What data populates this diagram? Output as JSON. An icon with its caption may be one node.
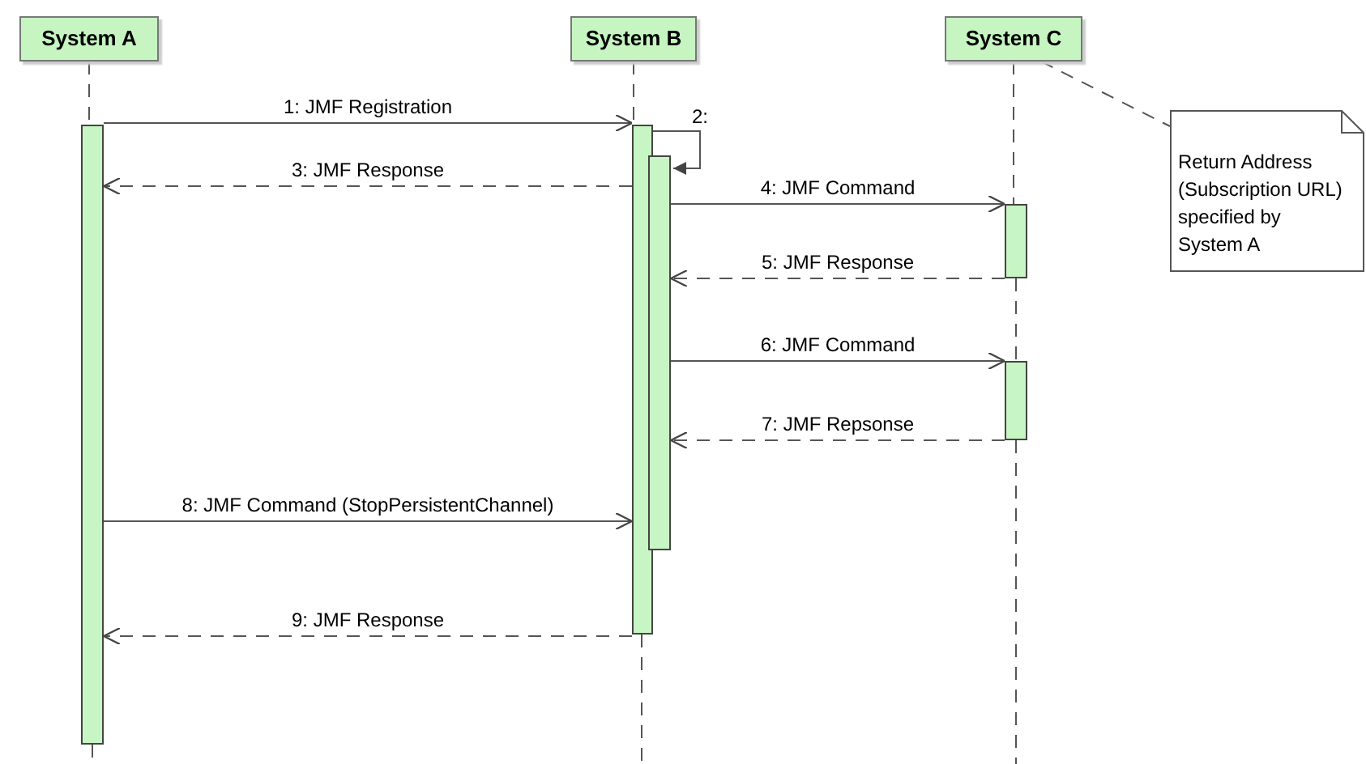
{
  "diagram": {
    "nodes": [
      {
        "text": [
          "System A"
        ]
      },
      {
        "text": [
          "System B"
        ]
      },
      {
        "text": [
          "System C"
        ]
      },
      {
        "text": [
          "Return Address (Subscription URL) specified by System A"
        ]
      },
      {
        "text": [],
        "shape": "bar"
      },
      {
        "text": [],
        "shape": "bar"
      },
      {
        "text": [],
        "shape": "bar"
      },
      {
        "text": [],
        "shape": "bar"
      },
      {
        "text": [],
        "shape": "bar"
      }
    ],
    "edges": [
      {
        "from": 0,
        "to": 4,
        "arrow": "none",
        "style": "dashed"
      },
      {
        "from": 1,
        "to": 5,
        "arrow": "none",
        "style": "dashed"
      },
      {
        "from": 2,
        "to": 7,
        "arrow": "none",
        "style": "dashed"
      },
      {
        "from": 7,
        "to": 8,
        "arrow": "none",
        "style": "dashed"
      },
      {
        "from": 2,
        "to": 3,
        "arrow": "none",
        "style": "dashed"
      },
      {
        "from": 4,
        "to": 5,
        "arrow": "to",
        "label": "1: JMF Registration"
      },
      {
        "from": 5,
        "to": 6,
        "arrow": "to",
        "label": "2:"
      },
      {
        "from": 5,
        "to": 4,
        "arrow": "to",
        "label": "3: JMF Response",
        "style": "dashed"
      },
      {
        "from": 6,
        "to": 7,
        "arrow": "to",
        "label": "4: JMF Command"
      },
      {
        "from": 7,
        "to": 6,
        "arrow": "to",
        "label": "5: JMF Response",
        "style": "dashed"
      },
      {
        "from": 6,
        "to": 8,
        "arrow": "to",
        "label": "6: JMF Command"
      },
      {
        "from": 8,
        "to": 6,
        "arrow": "to",
        "label": "7: JMF Repsonse",
        "style": "dashed"
      },
      {
        "from": 4,
        "to": 5,
        "arrow": "to",
        "label": "8: JMF Command (StopPersistentChannel)"
      },
      {
        "from": 5,
        "to": 4,
        "arrow": "to",
        "label": "9: JMF Response",
        "style": "dashed"
      }
    ]
  }
}
